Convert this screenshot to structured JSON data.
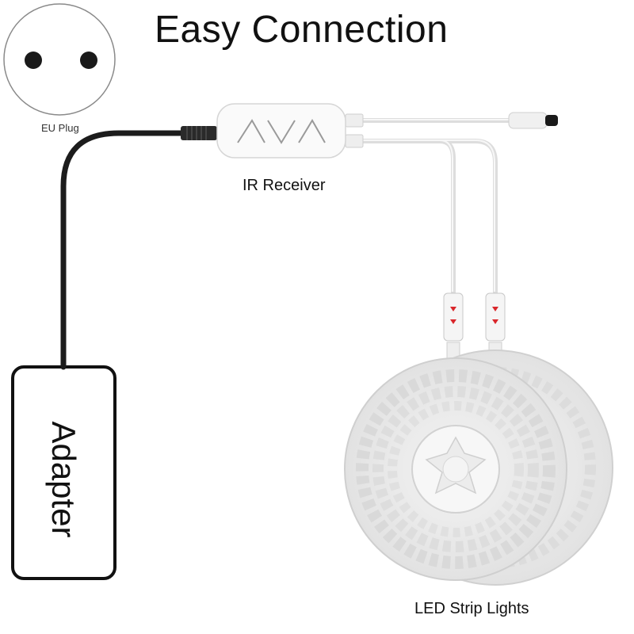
{
  "title": "Easy Connection",
  "labels": {
    "eu_plug": "EU Plug",
    "ir_receiver": "IR Receiver",
    "adapter": "Adapter",
    "led_strip": "LED Strip Lights"
  },
  "colors": {
    "cable_dark": "#1c1c1c",
    "cable_white": "#e6e6e6",
    "arrow_red": "#d9262b",
    "outline": "#111111"
  }
}
